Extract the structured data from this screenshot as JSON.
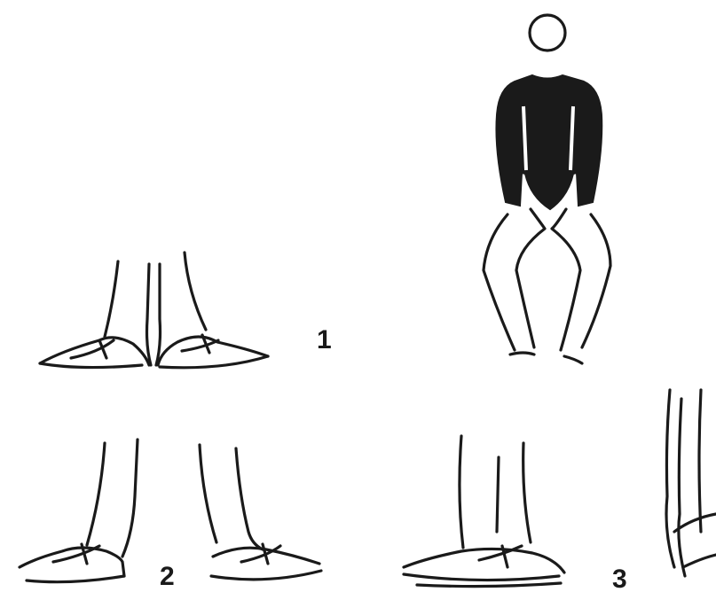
{
  "positions": [
    {
      "number": "1"
    },
    {
      "number": "2"
    },
    {
      "number": "3"
    }
  ]
}
